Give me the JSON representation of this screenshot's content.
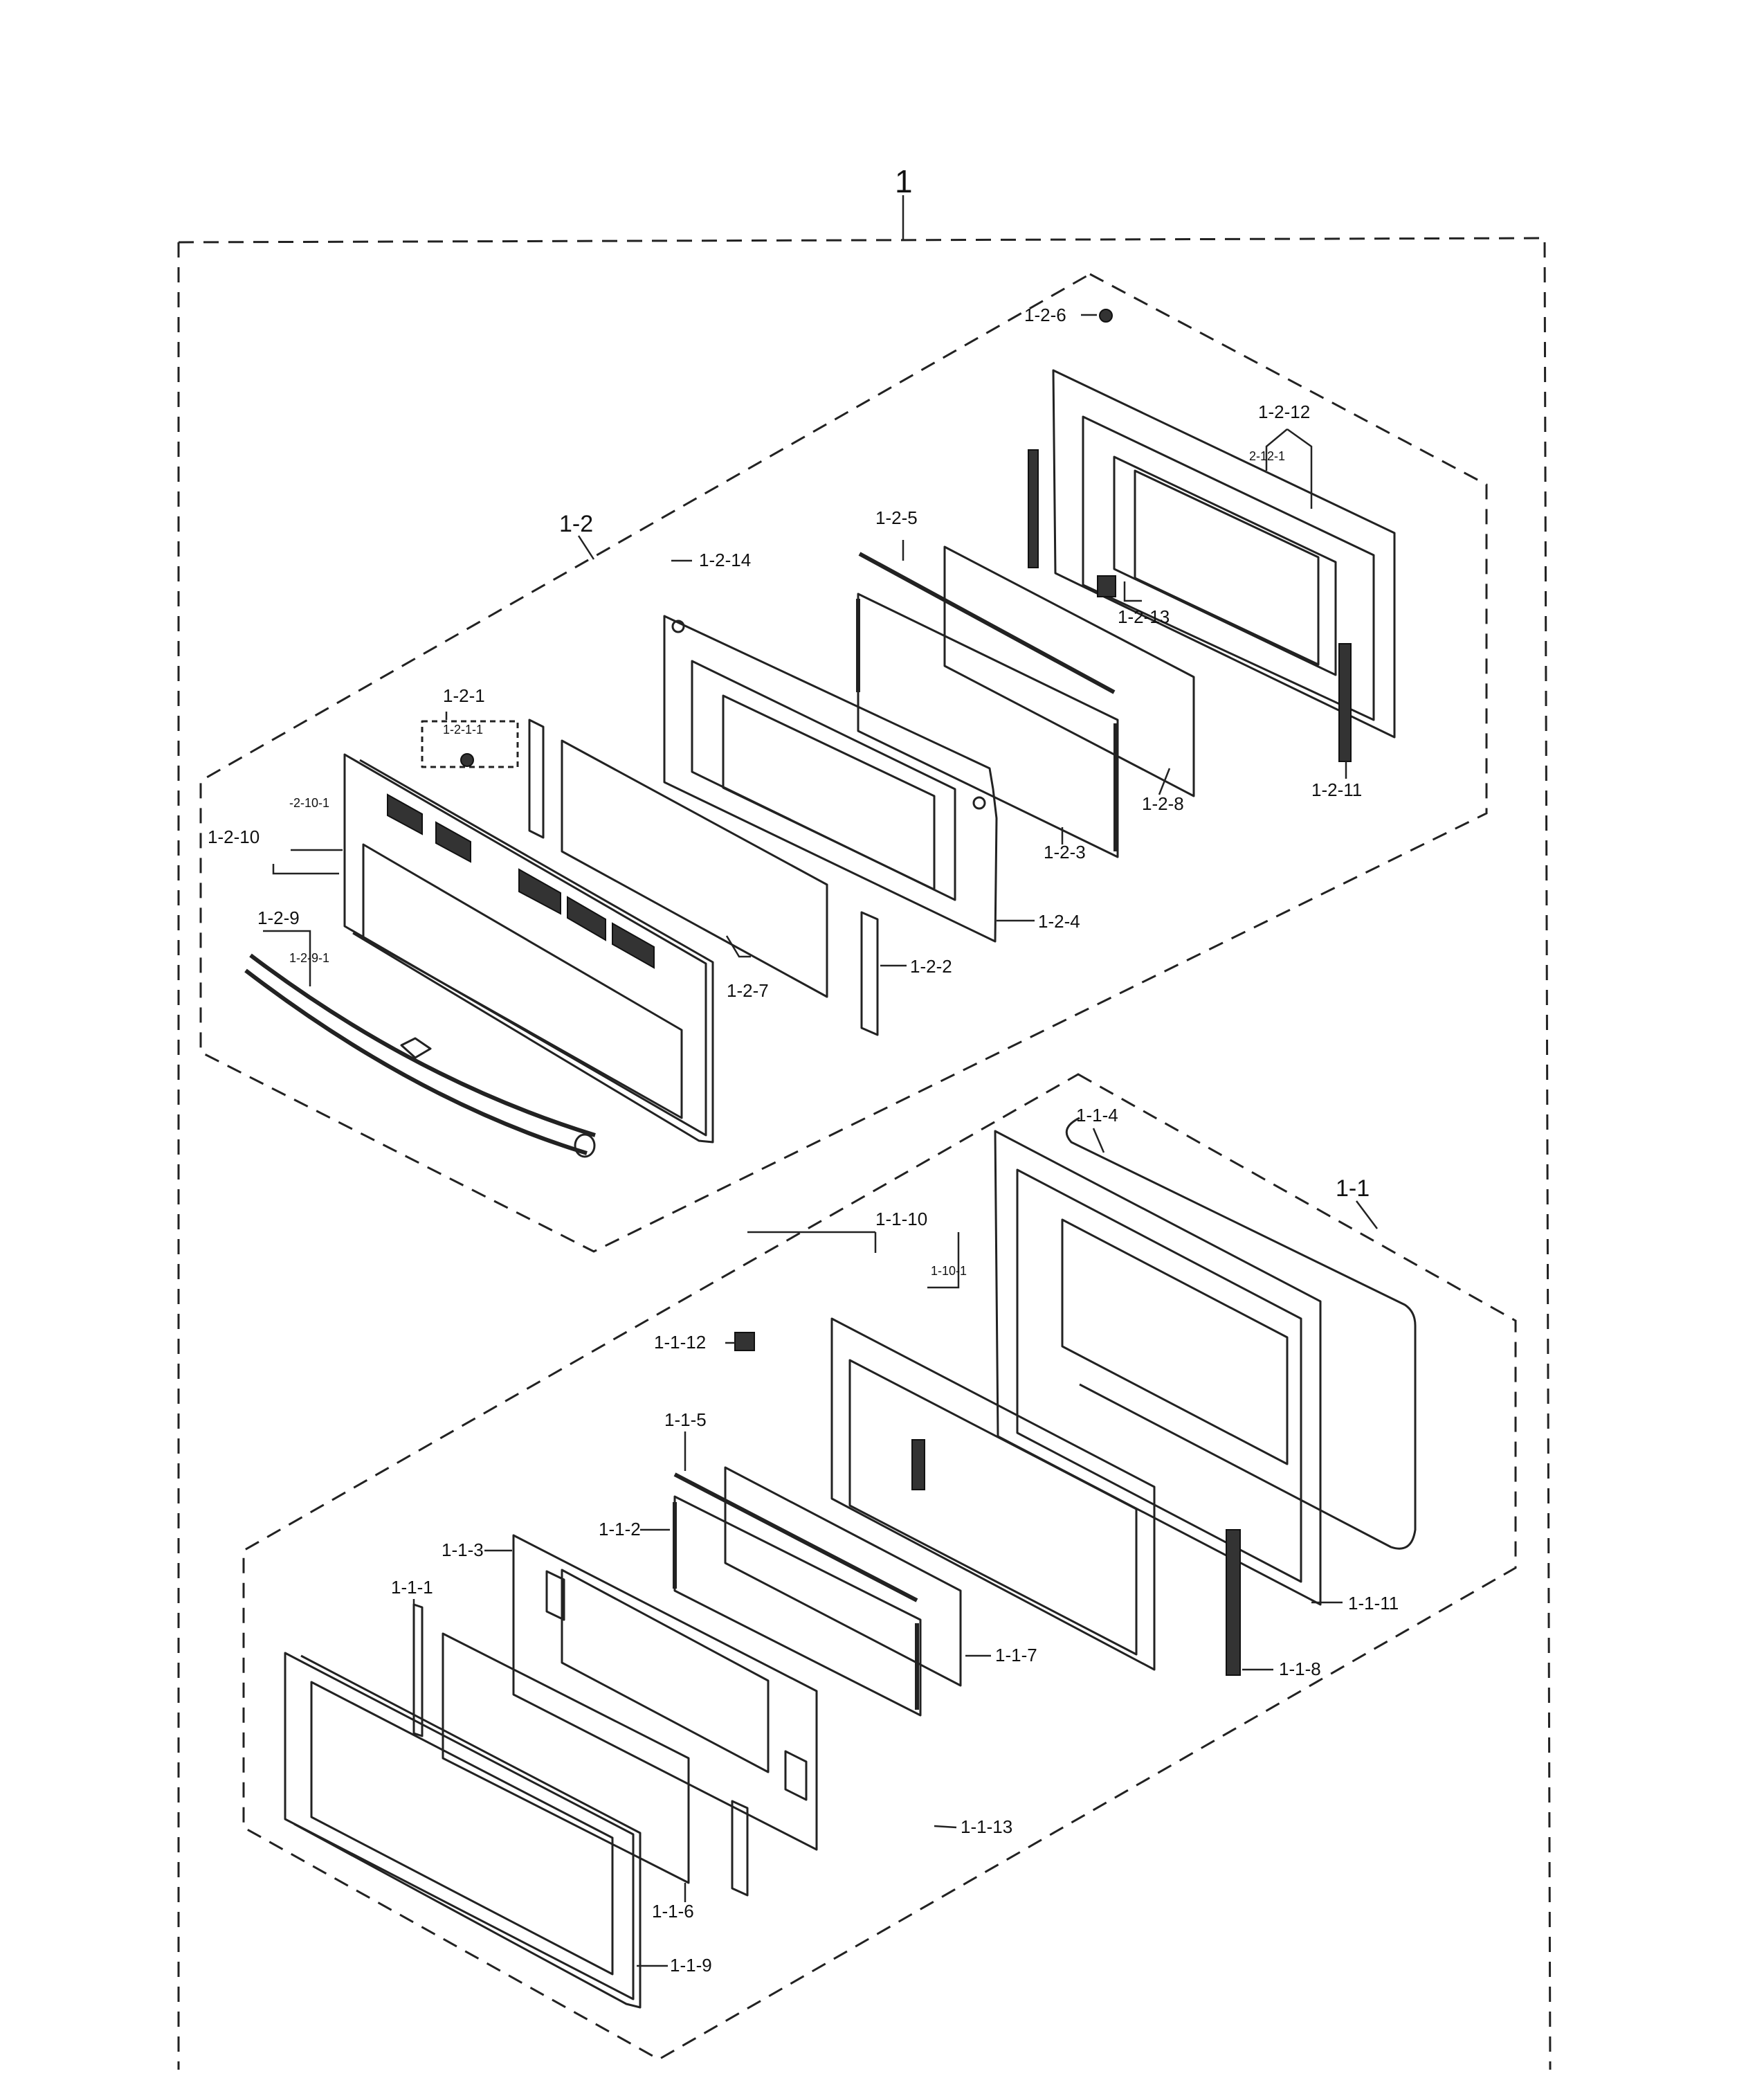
{
  "diagram": {
    "assembly_label": "1",
    "upper_group_label": "1-2",
    "lower_group_label": "1-1",
    "upper_parts": {
      "p_1_2_1": "1-2-1",
      "p_1_2_1_1": "1-2-1-1",
      "p_1_2_2": "1-2-2",
      "p_1_2_3": "1-2-3",
      "p_1_2_4": "1-2-4",
      "p_1_2_5": "1-2-5",
      "p_1_2_6": "1-2-6",
      "p_1_2_7": "1-2-7",
      "p_1_2_8": "1-2-8",
      "p_1_2_9": "1-2-9",
      "p_1_2_9_1": "1-2-9-1",
      "p_1_2_10": "1-2-10",
      "p_1_2_10_1": "-2-10-1",
      "p_1_2_11": "1-2-11",
      "p_1_2_12": "1-2-12",
      "p_1_2_12_1": "2-12-1",
      "p_1_2_13": "1-2-13",
      "p_1_2_14": "1-2-14"
    },
    "lower_parts": {
      "p_1_1_1": "1-1-1",
      "p_1_1_2": "1-1-2",
      "p_1_1_3": "1-1-3",
      "p_1_1_4": "1-1-4",
      "p_1_1_5": "1-1-5",
      "p_1_1_6": "1-1-6",
      "p_1_1_7": "1-1-7",
      "p_1_1_8": "1-1-8",
      "p_1_1_9": "1-1-9",
      "p_1_1_10": "1-1-10",
      "p_1_1_10_1": "1-10-1",
      "p_1_1_11": "1-1-11",
      "p_1_1_12": "1-1-12",
      "p_1_1_13": "1-1-13"
    }
  }
}
